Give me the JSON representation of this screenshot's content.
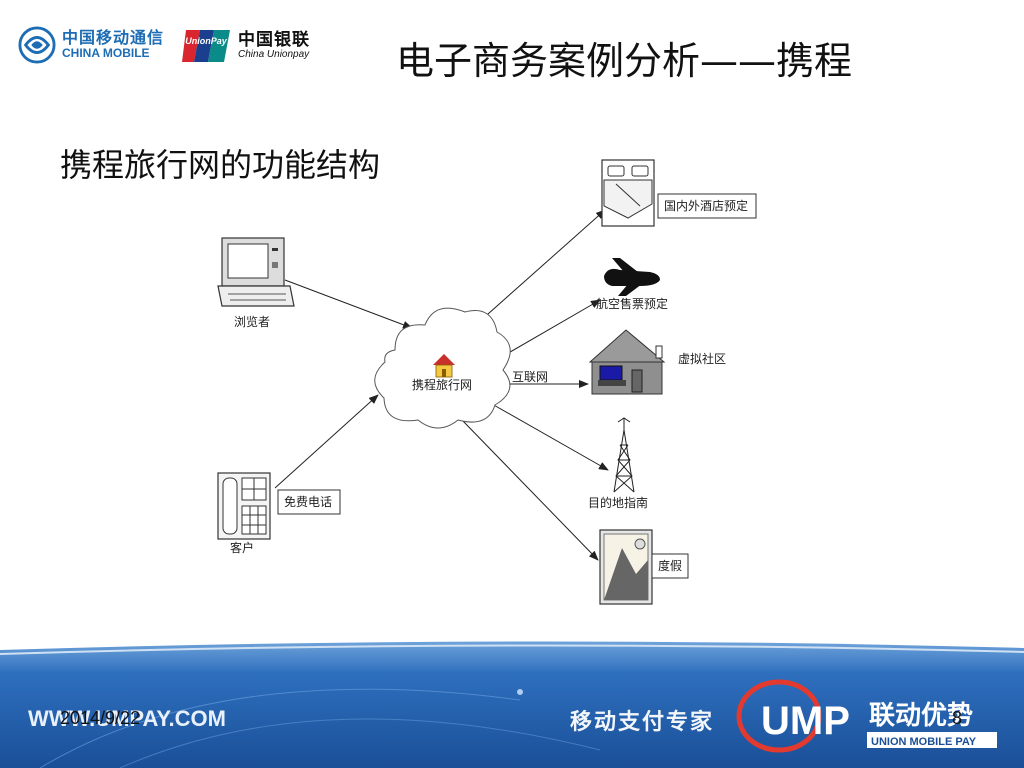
{
  "header": {
    "china_mobile_cn": "中国移动通信",
    "china_mobile_en": "CHINA MOBILE",
    "unionpay_badge": "UnionPay",
    "unionpay_cn": "中国银联",
    "unionpay_en": "China Unionpay",
    "title": "电子商务案例分析——携程"
  },
  "subtitle": "携程旅行网的功能结构",
  "diagram": {
    "center": "携程旅行网",
    "internet_label": "互联网",
    "browser": "浏览者",
    "customer": "客户",
    "toll_free": "免费电话",
    "services": {
      "hotel": "国内外酒店预定",
      "flight": "航空售票预定",
      "community": "虚拟社区",
      "guide": "目的地指南",
      "vacation": "度假"
    }
  },
  "footer": {
    "website": "WWW.UMPAY.COM",
    "date": "2014/9/22",
    "slogan": "移动支付专家",
    "ump_cn": "联动优势",
    "ump_en": "UNION MOBILE PAY",
    "page": "8"
  },
  "colors": {
    "footer_blue": "#1f5fa8",
    "china_mobile_blue": "#1d6db5",
    "unionpay_red": "#d9252e"
  }
}
